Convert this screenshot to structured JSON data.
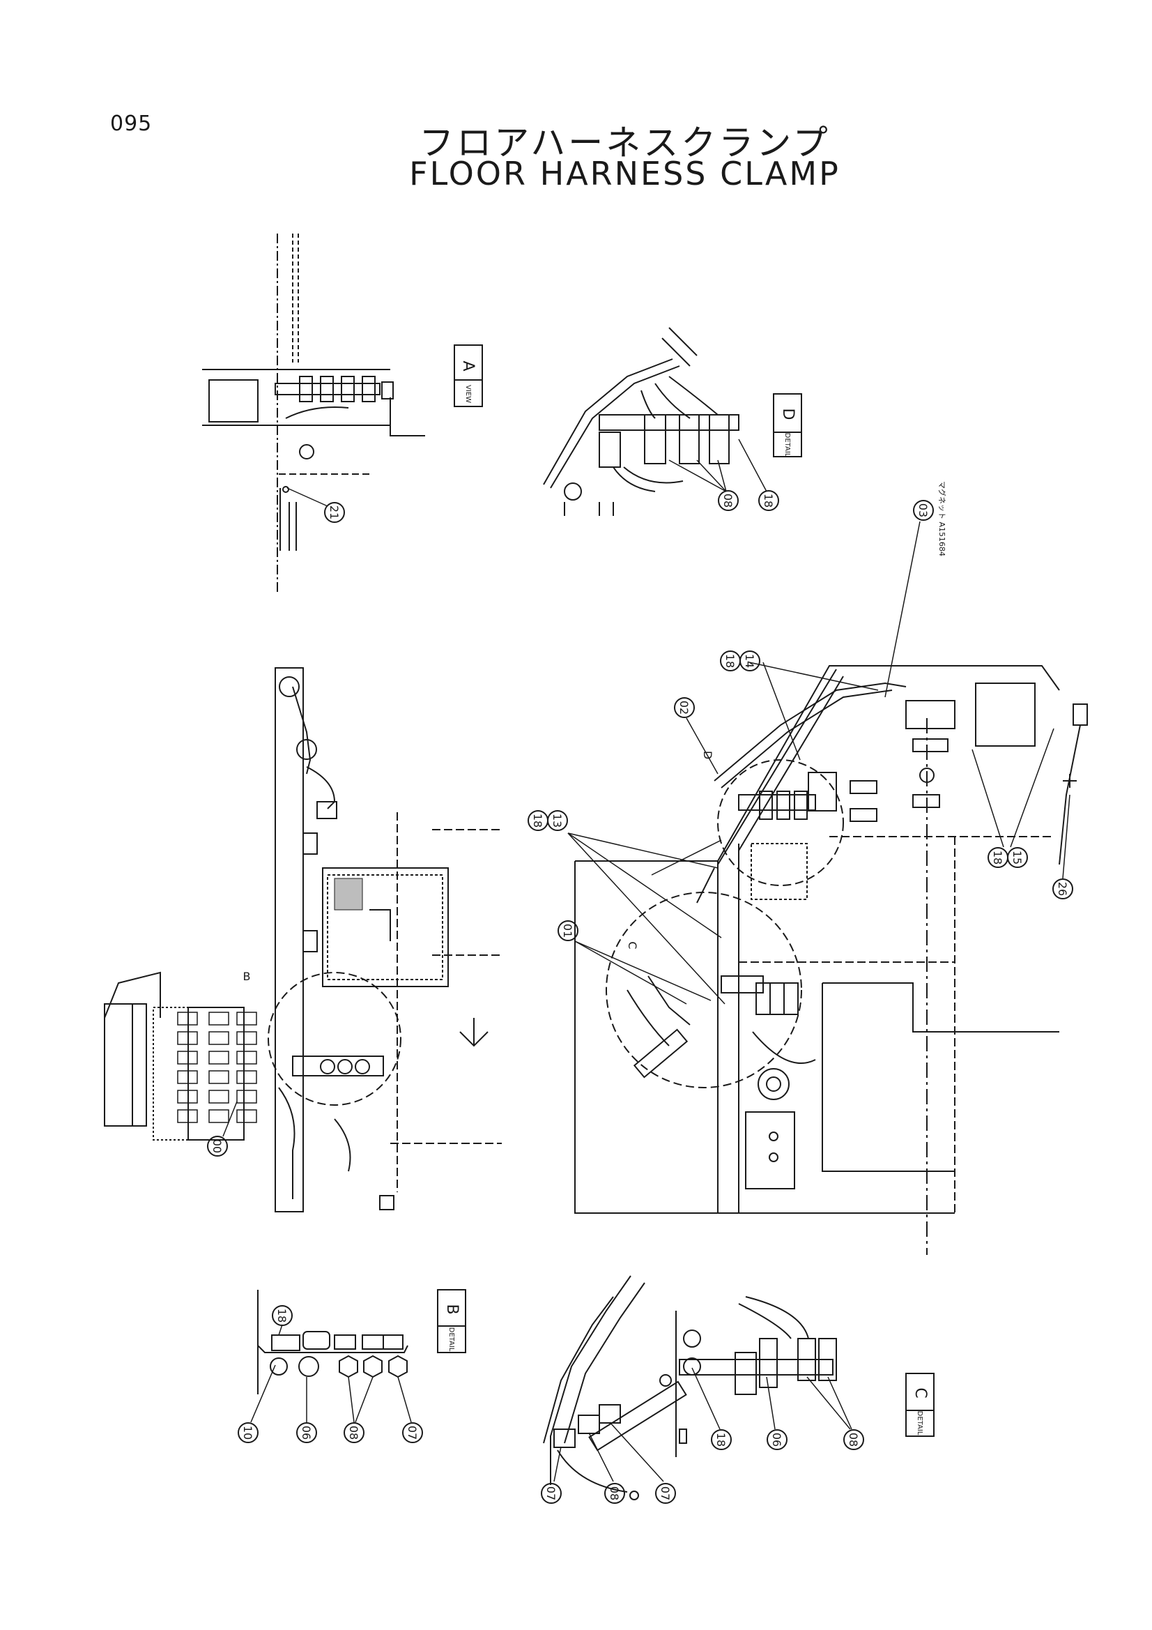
{
  "page_number": "095",
  "title_jp": "フロアハーネスクランプ",
  "title_en": "FLOOR HARNESS CLAMP",
  "views": [
    {
      "id": "view-a",
      "kind": "VIEW",
      "label": "A",
      "sub": "VIEW"
    },
    {
      "id": "detail-d",
      "kind": "DETAIL",
      "label": "D",
      "sub": "DETAIL"
    },
    {
      "id": "detail-b",
      "kind": "DETAIL",
      "label": "B",
      "sub": "DETAIL"
    },
    {
      "id": "detail-c",
      "kind": "DETAIL",
      "label": "C",
      "sub": "DETAIL"
    }
  ],
  "callouts": {
    "view_a": [
      "21"
    ],
    "detail_d": [
      "08",
      "18"
    ],
    "main_right": [
      "03",
      "18",
      "14",
      "02",
      "18",
      "13",
      "01",
      "18",
      "15",
      "26"
    ],
    "main_left": [
      "00"
    ],
    "detail_b": [
      "18",
      "10",
      "06",
      "08",
      "07"
    ],
    "detail_c": [
      "07",
      "08",
      "07",
      "18",
      "06",
      "08"
    ]
  },
  "circle_letters": {
    "b": "B",
    "c": "C",
    "d": "D"
  },
  "note_small": "マグネット A151684",
  "colors": {
    "ink": "#1a1a1a",
    "paper": "#ffffff"
  }
}
